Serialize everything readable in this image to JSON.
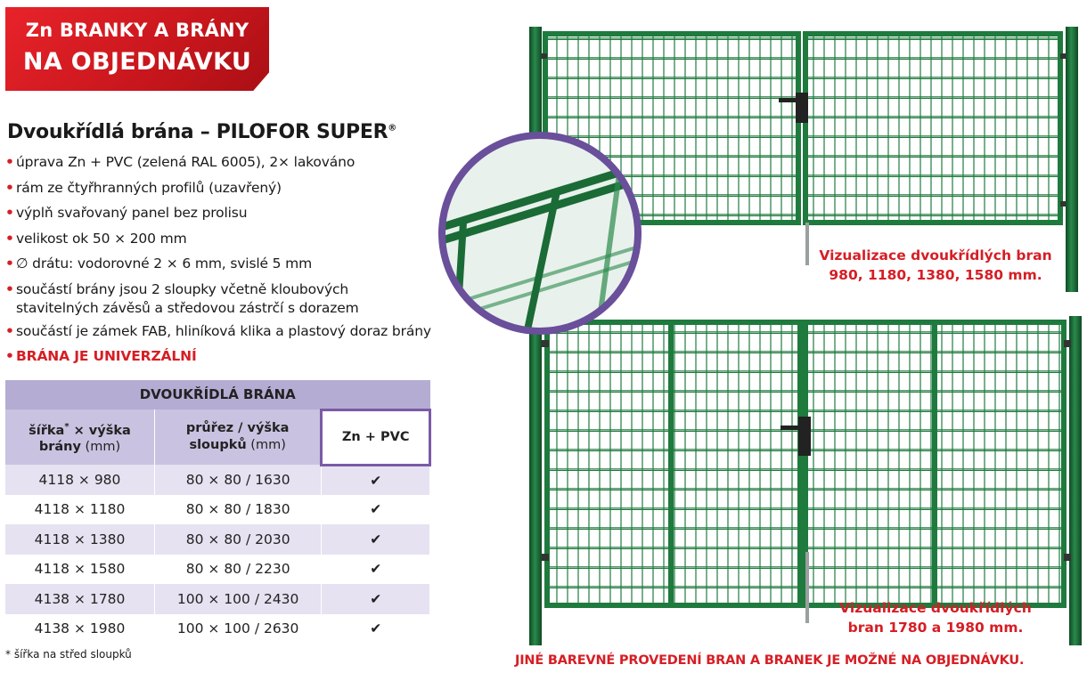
{
  "banner": {
    "line1": "Zn BRANKY A BRÁNY",
    "line2": "NA OBJEDNÁVKU",
    "color": "#d61e25"
  },
  "product": {
    "title": "Dvoukřídlá brána – PILOFOR SUPER",
    "title_mark": "®"
  },
  "features": [
    "úprava Zn + PVC (zelená RAL 6005), 2× lakováno",
    "rám ze čtyřhranných profilů (uzavřený)",
    "výplň svařovaný panel bez prolisu",
    "velikost ok 50 × 200 mm",
    "∅ drátu: vodorovné 2 × 6 mm, svislé 5 mm",
    "součástí brány jsou 2 sloupky včetně kloubových",
    "stavitelných závěsů a středovou zástrčí s dorazem",
    "součástí je zámek FAB, hliníková klika a plastový doraz brány"
  ],
  "feature_highlight": "BRÁNA JE UNIVERZÁLNÍ",
  "table": {
    "caption": "DVOUKŘÍDLÁ BRÁNA",
    "col1_line1": "šířka",
    "col1_star": "*",
    "col1_line1b": " × výška",
    "col1_line2": "brány",
    "col1_unit": " (mm)",
    "col2_line1": "průřez / výška",
    "col2_line2": "sloupků",
    "col2_unit": " (mm)",
    "col3": "Zn + PVC",
    "check_mark": "✔",
    "rows": [
      {
        "size": "4118 × 980",
        "post": "80 × 80 / 1630"
      },
      {
        "size": "4118 × 1180",
        "post": "80 × 80 / 1830"
      },
      {
        "size": "4118 × 1380",
        "post": "80 × 80 / 2030"
      },
      {
        "size": "4118 × 1580",
        "post": "80 × 80 / 2230"
      },
      {
        "size": "4138 × 1780",
        "post": "100 × 100 / 2430"
      },
      {
        "size": "4138 × 1980",
        "post": "100 × 100 / 2630"
      }
    ]
  },
  "footnote": "* šířka na střed sloupků",
  "captions": {
    "gate1_line1": "Vizualizace dvoukřídlých bran",
    "gate1_line2": "980, 1180, 1380, 1580 mm.",
    "gate2_line1": "Vizualizace dvoukřídlých",
    "gate2_line2": "bran 1780 a 1980 mm."
  },
  "bottom_note": "JINÉ BAREVNÉ PROVEDENÍ BRAN A BRANEK JE MOŽNÉ NA OBJEDNÁVKU.",
  "colors": {
    "gate_green": "#1f7a3e",
    "post_green": "#185f30",
    "accent_red": "#d61e25",
    "table_purple": "#b5acd3",
    "highlight_purple": "#7b5aa6"
  }
}
